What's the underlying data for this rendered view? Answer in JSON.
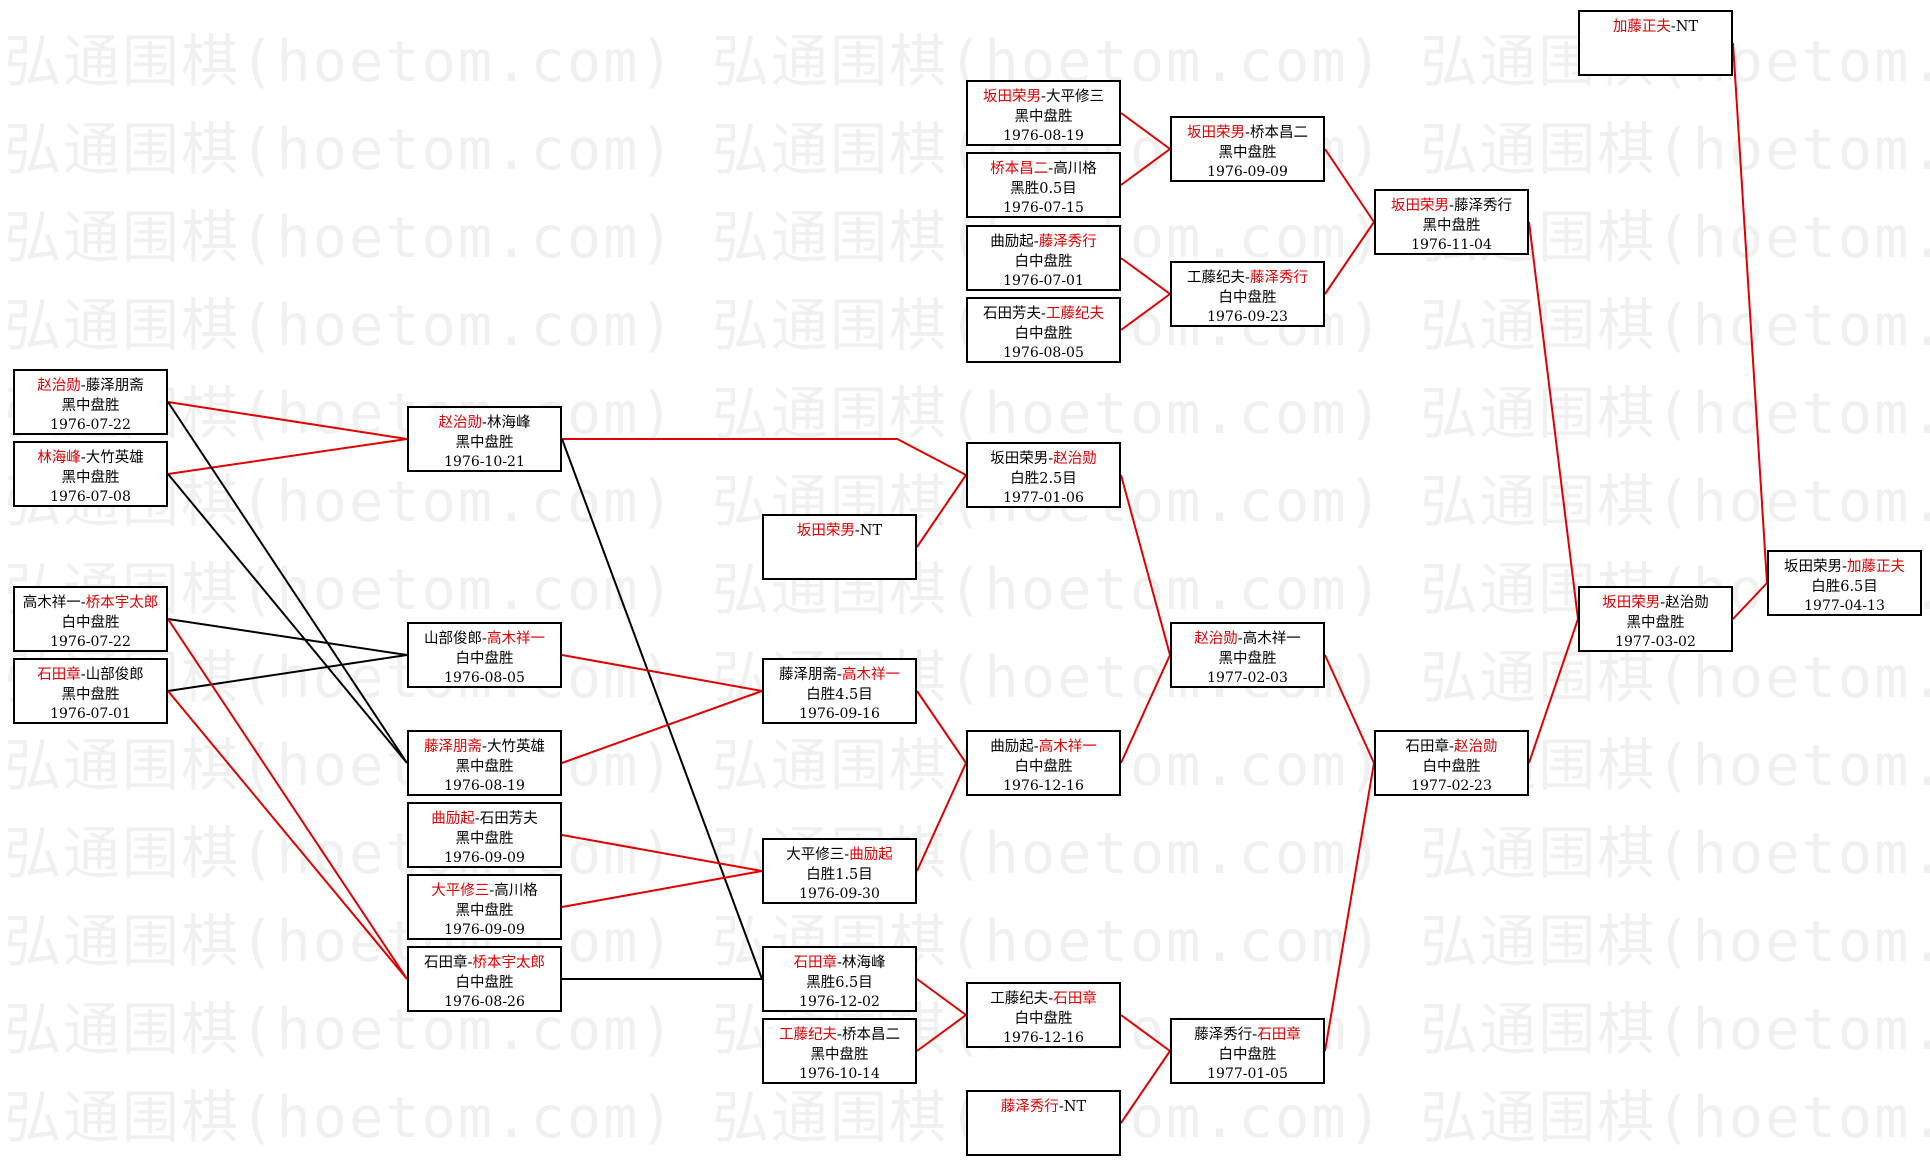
{
  "colors": {
    "winner": "#e00000",
    "text": "#000000",
    "winner_line": "#e00000",
    "loser_line": "#000000"
  },
  "watermark": "弘通围棋(hoetom.com)",
  "games": [
    {
      "id": "g1",
      "p1": "赵治勋",
      "p2": "藤泽朋斋",
      "winner": 1,
      "result": "黑中盘胜",
      "date": "1976-07-22"
    },
    {
      "id": "g2",
      "p1": "林海峰",
      "p2": "大竹英雄",
      "winner": 1,
      "result": "黑中盘胜",
      "date": "1976-07-08"
    },
    {
      "id": "g3",
      "p1": "高木祥一",
      "p2": "桥本宇太郎",
      "winner": 2,
      "result": "白中盘胜",
      "date": "1976-07-22"
    },
    {
      "id": "g4",
      "p1": "石田章",
      "p2": "山部俊郎",
      "winner": 1,
      "result": "黑中盘胜",
      "date": "1976-07-01"
    },
    {
      "id": "g5",
      "p1": "赵治勋",
      "p2": "林海峰",
      "winner": 1,
      "result": "黑中盘胜",
      "date": "1976-10-21"
    },
    {
      "id": "g6",
      "p1": "山部俊郎",
      "p2": "高木祥一",
      "winner": 2,
      "result": "白中盘胜",
      "date": "1976-08-05"
    },
    {
      "id": "g7",
      "p1": "藤泽朋斋",
      "p2": "大竹英雄",
      "winner": 1,
      "result": "黑中盘胜",
      "date": "1976-08-19"
    },
    {
      "id": "g8",
      "p1": "曲励起",
      "p2": "石田芳夫",
      "winner": 1,
      "result": "黑中盘胜",
      "date": "1976-09-09"
    },
    {
      "id": "g9",
      "p1": "大平修三",
      "p2": "高川格",
      "winner": 1,
      "result": "黑中盘胜",
      "date": "1976-09-09"
    },
    {
      "id": "g10",
      "p1": "石田章",
      "p2": "桥本宇太郎",
      "winner": 2,
      "result": "白中盘胜",
      "date": "1976-08-26"
    },
    {
      "id": "g11",
      "p1": "坂田荣男",
      "p2": "大平修三",
      "winner": 1,
      "result": "黑中盘胜",
      "date": "1976-08-19"
    },
    {
      "id": "g12",
      "p1": "桥本昌二",
      "p2": "高川格",
      "winner": 1,
      "result": "黑胜0.5目",
      "date": "1976-07-15"
    },
    {
      "id": "g13",
      "p1": "曲励起",
      "p2": "藤泽秀行",
      "winner": 2,
      "result": "白中盘胜",
      "date": "1976-07-01"
    },
    {
      "id": "g14",
      "p1": "石田芳夫",
      "p2": "工藤纪夫",
      "winner": 2,
      "result": "白中盘胜",
      "date": "1976-08-05"
    },
    {
      "id": "g15",
      "p1": "坂田荣男",
      "p2": "赵治勋",
      "winner": 2,
      "result": "白胜2.5目",
      "date": "1977-01-06"
    },
    {
      "id": "g16",
      "p1": "坂田荣男",
      "p2": "NT",
      "winner": 1,
      "result": "",
      "date": ""
    },
    {
      "id": "g17",
      "p1": "藤泽朋斋",
      "p2": "高木祥一",
      "winner": 2,
      "result": "白胜4.5目",
      "date": "1976-09-16"
    },
    {
      "id": "g18",
      "p1": "大平修三",
      "p2": "曲励起",
      "winner": 2,
      "result": "白胜1.5目",
      "date": "1976-09-30"
    },
    {
      "id": "g19",
      "p1": "石田章",
      "p2": "林海峰",
      "winner": 1,
      "result": "黑胜6.5目",
      "date": "1976-12-02"
    },
    {
      "id": "g20",
      "p1": "工藤纪夫",
      "p2": "桥本昌二",
      "winner": 1,
      "result": "黑中盘胜",
      "date": "1976-10-14"
    },
    {
      "id": "g21",
      "p1": "曲励起",
      "p2": "高木祥一",
      "winner": 2,
      "result": "白中盘胜",
      "date": "1976-12-16"
    },
    {
      "id": "g22",
      "p1": "工藤纪夫",
      "p2": "石田章",
      "winner": 2,
      "result": "白中盘胜",
      "date": "1976-12-16"
    },
    {
      "id": "g23",
      "p1": "藤泽秀行",
      "p2": "NT",
      "winner": 1,
      "result": "",
      "date": ""
    },
    {
      "id": "g24",
      "p1": "坂田荣男",
      "p2": "桥本昌二",
      "winner": 1,
      "result": "黑中盘胜",
      "date": "1976-09-09"
    },
    {
      "id": "g25",
      "p1": "工藤纪夫",
      "p2": "藤泽秀行",
      "winner": 2,
      "result": "白中盘胜",
      "date": "1976-09-23"
    },
    {
      "id": "g26",
      "p1": "赵治勋",
      "p2": "高木祥一",
      "winner": 1,
      "result": "黑中盘胜",
      "date": "1977-02-03"
    },
    {
      "id": "g27",
      "p1": "藤泽秀行",
      "p2": "石田章",
      "winner": 2,
      "result": "白中盘胜",
      "date": "1977-01-05"
    },
    {
      "id": "g28",
      "p1": "坂田荣男",
      "p2": "藤泽秀行",
      "winner": 1,
      "result": "黑中盘胜",
      "date": "1976-11-04"
    },
    {
      "id": "g29",
      "p1": "石田章",
      "p2": "赵治勋",
      "winner": 2,
      "result": "白中盘胜",
      "date": "1977-02-23"
    },
    {
      "id": "g30",
      "p1": "加藤正夫",
      "p2": "NT",
      "winner": 1,
      "result": "",
      "date": ""
    },
    {
      "id": "g31",
      "p1": "坂田荣男",
      "p2": "赵治勋",
      "winner": 1,
      "result": "黑中盘胜",
      "date": "1977-03-02"
    },
    {
      "id": "g32",
      "p1": "坂田荣男",
      "p2": "加藤正夫",
      "winner": 2,
      "result": "白胜6.5目",
      "date": "1977-04-13"
    }
  ],
  "links": [
    {
      "from": "g1",
      "to": "g5",
      "kind": "winner"
    },
    {
      "from": "g2",
      "to": "g5",
      "kind": "winner"
    },
    {
      "from": "g1",
      "to": "g7",
      "kind": "loser"
    },
    {
      "from": "g2",
      "to": "g7",
      "kind": "loser"
    },
    {
      "from": "g3",
      "to": "g6",
      "kind": "loser"
    },
    {
      "from": "g4",
      "to": "g6",
      "kind": "loser"
    },
    {
      "from": "g3",
      "to": "g10",
      "kind": "winner"
    },
    {
      "from": "g4",
      "to": "g10",
      "kind": "winner"
    },
    {
      "from": "g5",
      "to": "g15",
      "kind": "winner"
    },
    {
      "from": "g5",
      "to": "g19",
      "kind": "loser"
    },
    {
      "from": "g10",
      "to": "g19",
      "kind": "loser"
    },
    {
      "from": "g16",
      "to": "g15",
      "kind": "winner"
    },
    {
      "from": "g6",
      "to": "g17",
      "kind": "winner"
    },
    {
      "from": "g7",
      "to": "g17",
      "kind": "winner"
    },
    {
      "from": "g8",
      "to": "g18",
      "kind": "winner"
    },
    {
      "from": "g9",
      "to": "g18",
      "kind": "winner"
    },
    {
      "from": "g17",
      "to": "g21",
      "kind": "winner"
    },
    {
      "from": "g18",
      "to": "g21",
      "kind": "winner"
    },
    {
      "from": "g19",
      "to": "g22",
      "kind": "winner"
    },
    {
      "from": "g20",
      "to": "g22",
      "kind": "winner"
    },
    {
      "from": "g11",
      "to": "g24",
      "kind": "winner"
    },
    {
      "from": "g12",
      "to": "g24",
      "kind": "winner"
    },
    {
      "from": "g13",
      "to": "g25",
      "kind": "winner"
    },
    {
      "from": "g14",
      "to": "g25",
      "kind": "winner"
    },
    {
      "from": "g15",
      "to": "g26",
      "kind": "winner"
    },
    {
      "from": "g21",
      "to": "g26",
      "kind": "winner"
    },
    {
      "from": "g22",
      "to": "g27",
      "kind": "winner"
    },
    {
      "from": "g23",
      "to": "g27",
      "kind": "winner"
    },
    {
      "from": "g24",
      "to": "g28",
      "kind": "winner"
    },
    {
      "from": "g25",
      "to": "g28",
      "kind": "winner"
    },
    {
      "from": "g26",
      "to": "g29",
      "kind": "winner"
    },
    {
      "from": "g27",
      "to": "g29",
      "kind": "winner"
    },
    {
      "from": "g28",
      "to": "g31",
      "kind": "winner"
    },
    {
      "from": "g29",
      "to": "g31",
      "kind": "winner"
    },
    {
      "from": "g30",
      "to": "g32",
      "kind": "winner"
    },
    {
      "from": "g31",
      "to": "g32",
      "kind": "winner"
    }
  ]
}
